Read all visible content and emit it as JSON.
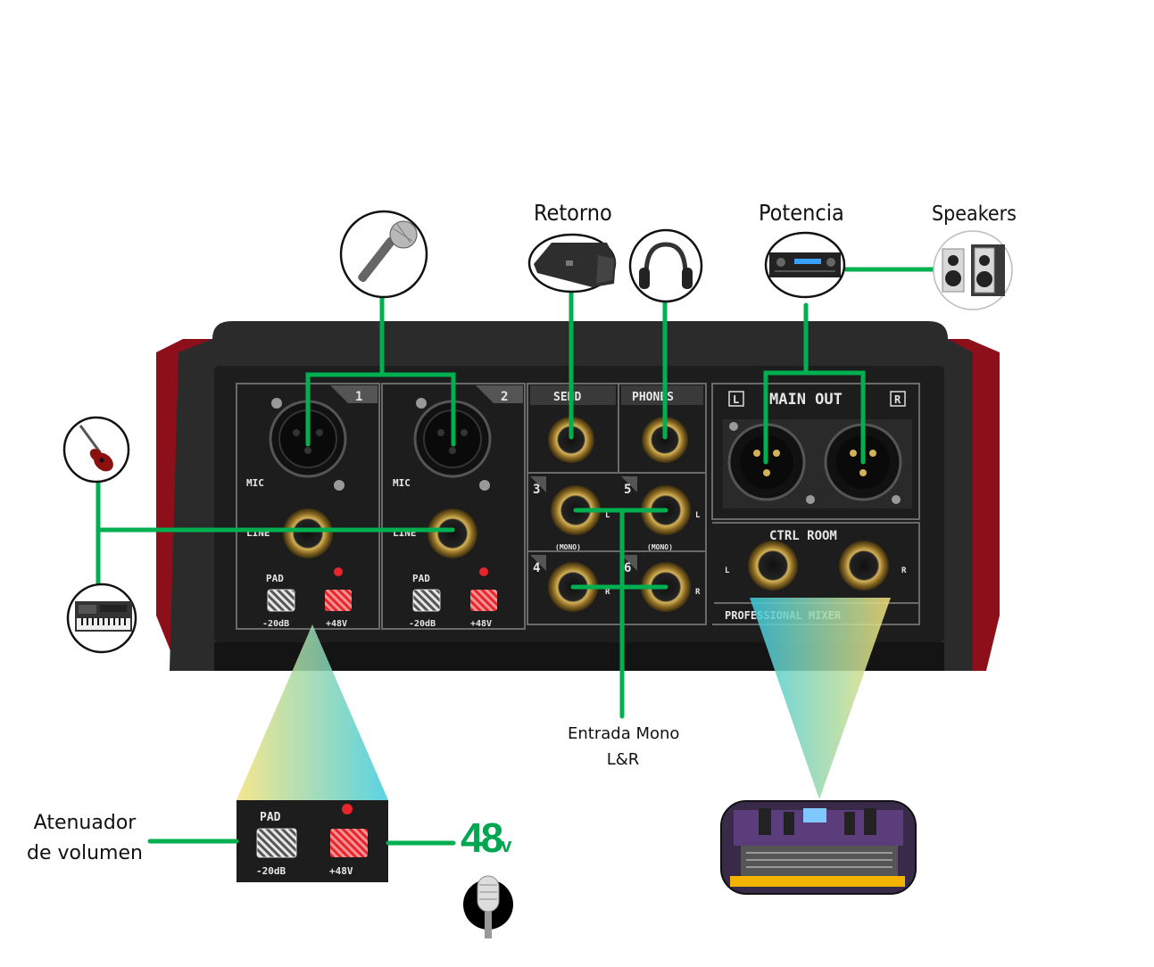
{
  "labels": {
    "retorno": "Retorno",
    "potencia": "Potencia",
    "speakers": "Speakers",
    "entrada_mono_line1": "Entrada Mono",
    "entrada_mono_line2": "L&R",
    "atenuador_line1": "Atenuador",
    "atenuador_line2": "de volumen",
    "phantom": "48",
    "phantom_unit": "v"
  },
  "panel": {
    "ch1": "1",
    "ch2": "2",
    "mic": "MIC",
    "line": "LINE",
    "pad": "PAD",
    "pad_value": "-20dB",
    "phantom_value": "+48V",
    "send": "SEND",
    "phones": "PHONES",
    "main_out": "MAIN OUT",
    "main_l": "L",
    "main_r": "R",
    "ch3": "3",
    "ch4": "4",
    "ch5": "5",
    "ch6": "6",
    "mono": "(MONO)",
    "l": "L",
    "r": "R",
    "ctrl_room": "CTRL ROOM",
    "professional_mixer": "PROFESSIONAL MIXER"
  },
  "zoom": {
    "pad": "PAD",
    "pad_value": "-20dB",
    "phantom_value": "+48V"
  },
  "colors": {
    "connector_line": "#00b050",
    "panel_bg": "#1c1c1c",
    "chassis": "#2a2a2a",
    "side_red": "#8c0f1a",
    "phantom_green": "#00a651"
  },
  "icons": [
    "microphone-icon",
    "guitar-icon",
    "keyboard-icon",
    "monitor-speaker-icon",
    "headphones-icon",
    "amplifier-icon",
    "speakers-icon",
    "studio-icon",
    "condenser-mic-icon"
  ]
}
